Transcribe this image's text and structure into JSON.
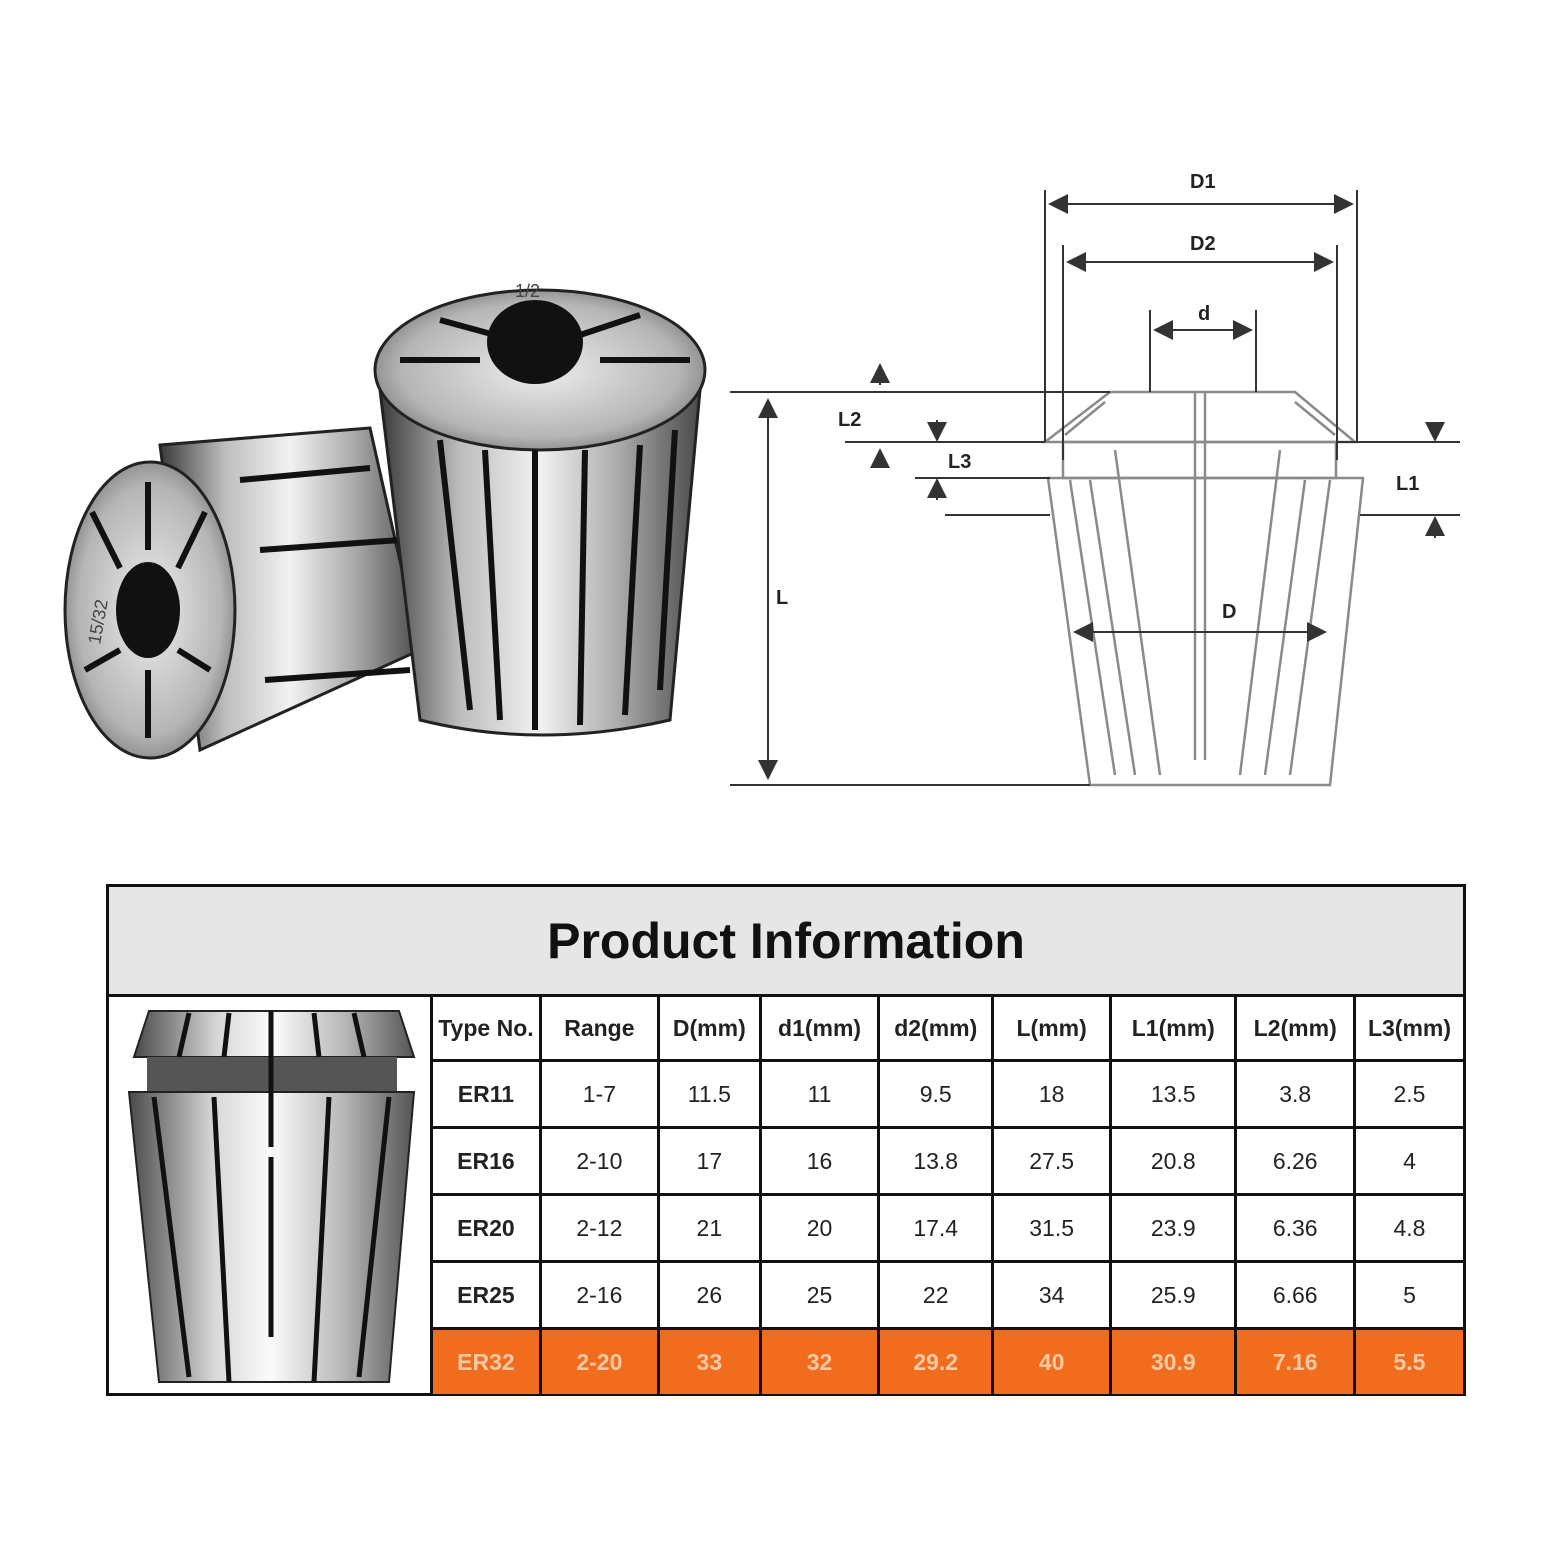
{
  "photo": {
    "left_collet_marking": "15/32",
    "right_collet_marking": "1/2"
  },
  "diagram": {
    "labels": {
      "D1": "D1",
      "D2": "D2",
      "d": "d",
      "L2": "L2",
      "L3": "L3",
      "L1": "L1",
      "L": "L",
      "D": "D"
    }
  },
  "table": {
    "title": "Product Information",
    "headers": [
      "Type No.",
      "Range",
      "D(mm)",
      "d1(mm)",
      "d2(mm)",
      "L(mm)",
      "L1(mm)",
      "L2(mm)",
      "L3(mm)"
    ],
    "rows": [
      [
        "ER11",
        "1-7",
        "11.5",
        "11",
        "9.5",
        "18",
        "13.5",
        "3.8",
        "2.5"
      ],
      [
        "ER16",
        "2-10",
        "17",
        "16",
        "13.8",
        "27.5",
        "20.8",
        "6.26",
        "4"
      ],
      [
        "ER20",
        "2-12",
        "21",
        "20",
        "17.4",
        "31.5",
        "23.9",
        "6.36",
        "4.8"
      ],
      [
        "ER25",
        "2-16",
        "26",
        "25",
        "22",
        "34",
        "25.9",
        "6.66",
        "5"
      ],
      [
        "ER32",
        "2-20",
        "33",
        "32",
        "29.2",
        "40",
        "30.9",
        "7.16",
        "5.5"
      ]
    ],
    "highlighted_row": 4,
    "highlight_color": "#f26c1d"
  }
}
